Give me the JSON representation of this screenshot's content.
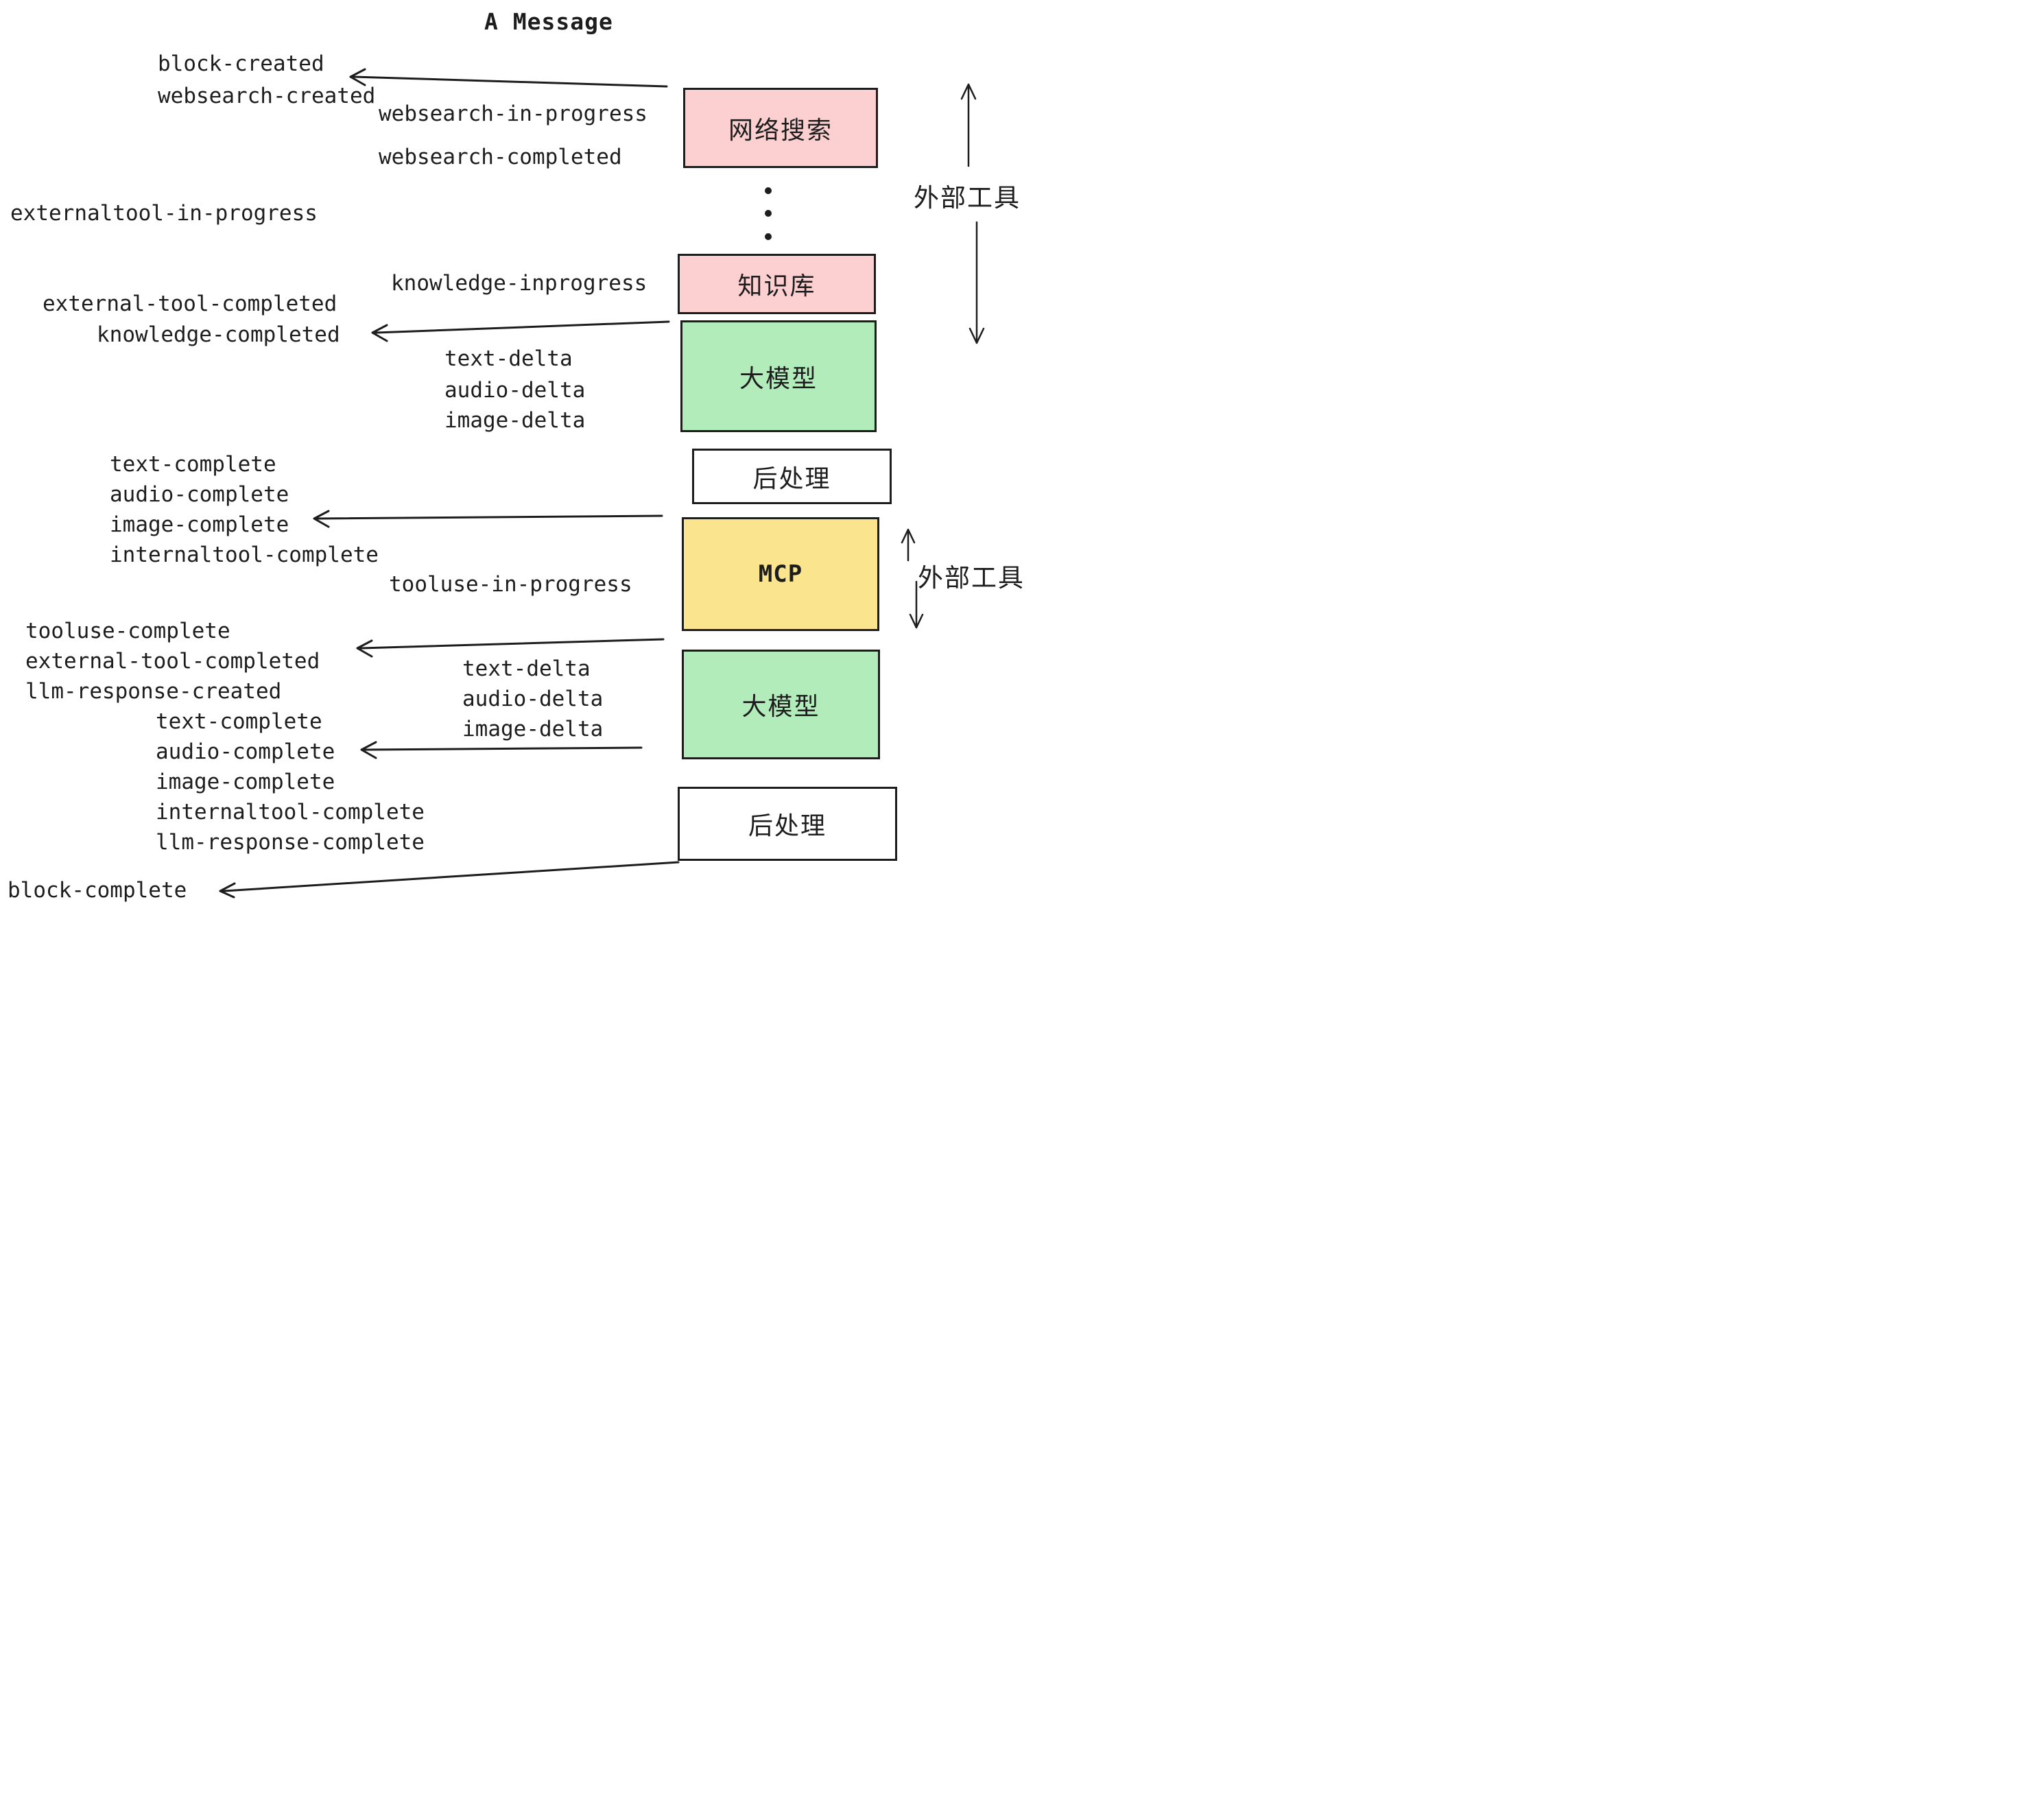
{
  "title": "A Message",
  "colors": {
    "ink": "#1d1d1d",
    "pink": "#fccfd1",
    "green": "#b2ecba",
    "yellow": "#fae58e",
    "white": "#ffffff"
  },
  "boxes": [
    {
      "label": "网络搜索",
      "fill": "#fccfd1"
    },
    {
      "label": "知识库",
      "fill": "#fccfd1"
    },
    {
      "label": "大模型",
      "fill": "#b2ecba"
    },
    {
      "label": "后处理",
      "fill": "#ffffff"
    },
    {
      "label": "MCP",
      "fill": "#fae58e"
    },
    {
      "label": "大模型",
      "fill": "#b2ecba"
    },
    {
      "label": "后处理",
      "fill": "#ffffff"
    }
  ],
  "side_labels": [
    "外部工具",
    "外部工具"
  ],
  "events": [
    "block-created",
    "websearch-created",
    "websearch-in-progress",
    "websearch-completed",
    "externaltool-in-progress",
    "knowledge-inprogress",
    "external-tool-completed",
    "knowledge-completed",
    "text-delta",
    "audio-delta",
    "image-delta",
    "text-complete",
    "audio-complete",
    "image-complete",
    "internaltool-complete",
    "tooluse-in-progress",
    "tooluse-complete",
    "external-tool-completed",
    "llm-response-created",
    "text-delta",
    "audio-delta",
    "image-delta",
    "text-complete",
    "audio-complete",
    "image-complete",
    "internaltool-complete",
    "llm-response-complete",
    "block-complete"
  ]
}
